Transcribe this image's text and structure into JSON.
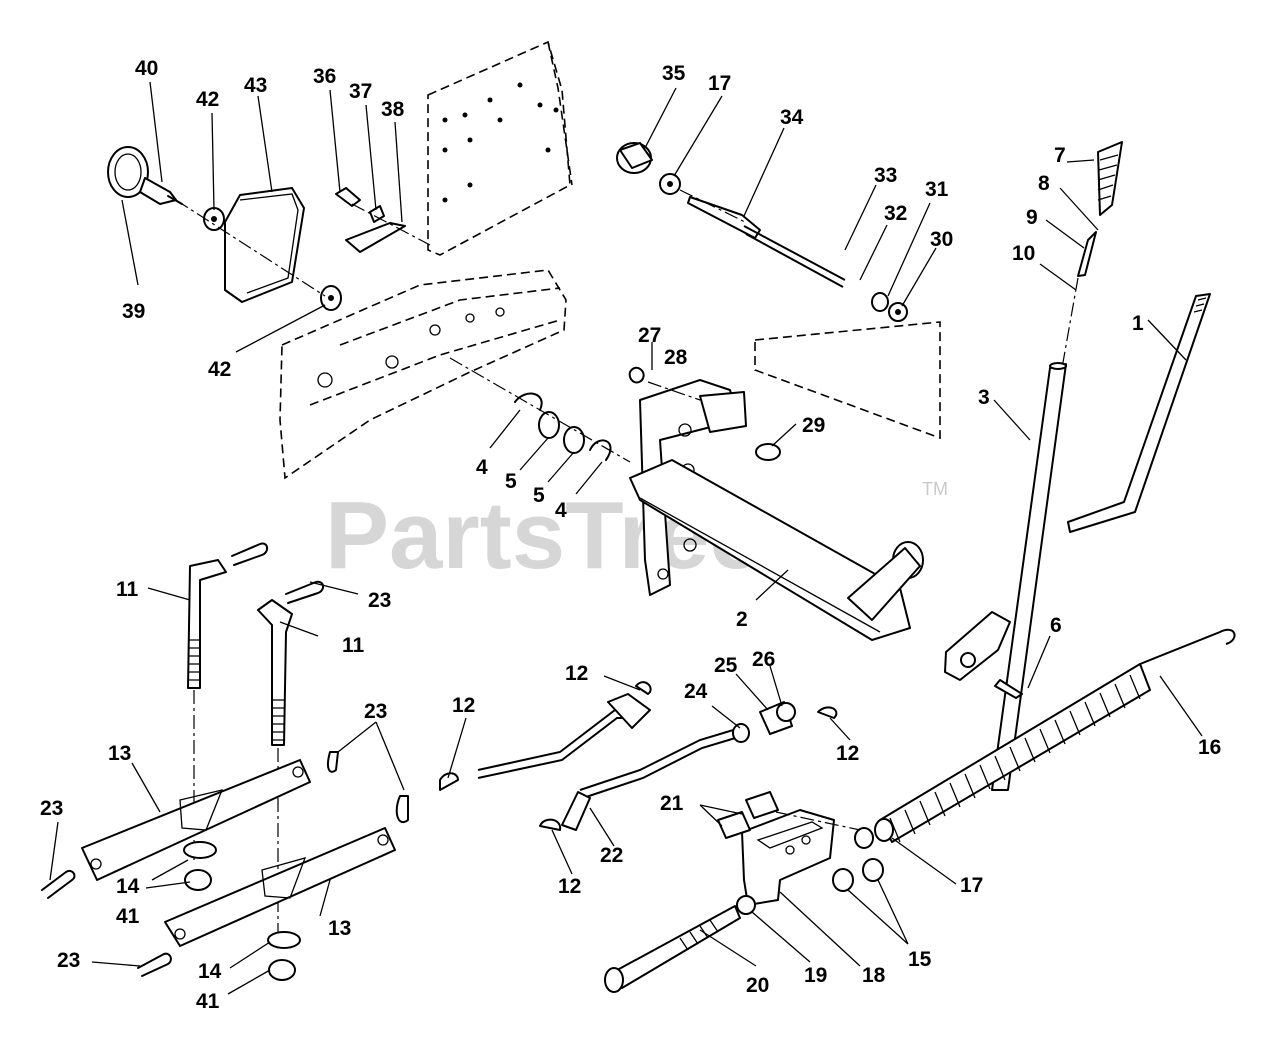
{
  "watermark": {
    "text": "PartsTree",
    "trademark": "TM"
  },
  "callouts": [
    {
      "id": "c40",
      "text": "40"
    },
    {
      "id": "c42a",
      "text": "42"
    },
    {
      "id": "c43",
      "text": "43"
    },
    {
      "id": "c36",
      "text": "36"
    },
    {
      "id": "c37",
      "text": "37"
    },
    {
      "id": "c38",
      "text": "38"
    },
    {
      "id": "c39",
      "text": "39"
    },
    {
      "id": "c42b",
      "text": "42"
    },
    {
      "id": "c35",
      "text": "35"
    },
    {
      "id": "c17a",
      "text": "17"
    },
    {
      "id": "c34",
      "text": "34"
    },
    {
      "id": "c33",
      "text": "33"
    },
    {
      "id": "c32",
      "text": "32"
    },
    {
      "id": "c31",
      "text": "31"
    },
    {
      "id": "c30",
      "text": "30"
    },
    {
      "id": "c7",
      "text": "7"
    },
    {
      "id": "c8",
      "text": "8"
    },
    {
      "id": "c9",
      "text": "9"
    },
    {
      "id": "c10",
      "text": "10"
    },
    {
      "id": "c1",
      "text": "1"
    },
    {
      "id": "c3",
      "text": "3"
    },
    {
      "id": "c27",
      "text": "27"
    },
    {
      "id": "c28",
      "text": "28"
    },
    {
      "id": "c29",
      "text": "29"
    },
    {
      "id": "c4a",
      "text": "4"
    },
    {
      "id": "c5a",
      "text": "5"
    },
    {
      "id": "c5b",
      "text": "5"
    },
    {
      "id": "c4b",
      "text": "4"
    },
    {
      "id": "c2",
      "text": "2"
    },
    {
      "id": "c6",
      "text": "6"
    },
    {
      "id": "c11a",
      "text": "11"
    },
    {
      "id": "c23a",
      "text": "23"
    },
    {
      "id": "c11b",
      "text": "11"
    },
    {
      "id": "c23b",
      "text": "23"
    },
    {
      "id": "c13a",
      "text": "13"
    },
    {
      "id": "c23c",
      "text": "23"
    },
    {
      "id": "c14a",
      "text": "14"
    },
    {
      "id": "c41a",
      "text": "41"
    },
    {
      "id": "c13b",
      "text": "13"
    },
    {
      "id": "c23d",
      "text": "23"
    },
    {
      "id": "c14b",
      "text": "14"
    },
    {
      "id": "c41b",
      "text": "41"
    },
    {
      "id": "c12a",
      "text": "12"
    },
    {
      "id": "c12b",
      "text": "12"
    },
    {
      "id": "c25",
      "text": "25"
    },
    {
      "id": "c26",
      "text": "26"
    },
    {
      "id": "c24",
      "text": "24"
    },
    {
      "id": "c12c",
      "text": "12"
    },
    {
      "id": "c16",
      "text": "16"
    },
    {
      "id": "c21",
      "text": "21"
    },
    {
      "id": "c22",
      "text": "22"
    },
    {
      "id": "c12d",
      "text": "12"
    },
    {
      "id": "c17b",
      "text": "17"
    },
    {
      "id": "c15",
      "text": "15"
    },
    {
      "id": "c20",
      "text": "20"
    },
    {
      "id": "c19",
      "text": "19"
    },
    {
      "id": "c18",
      "text": "18"
    }
  ]
}
